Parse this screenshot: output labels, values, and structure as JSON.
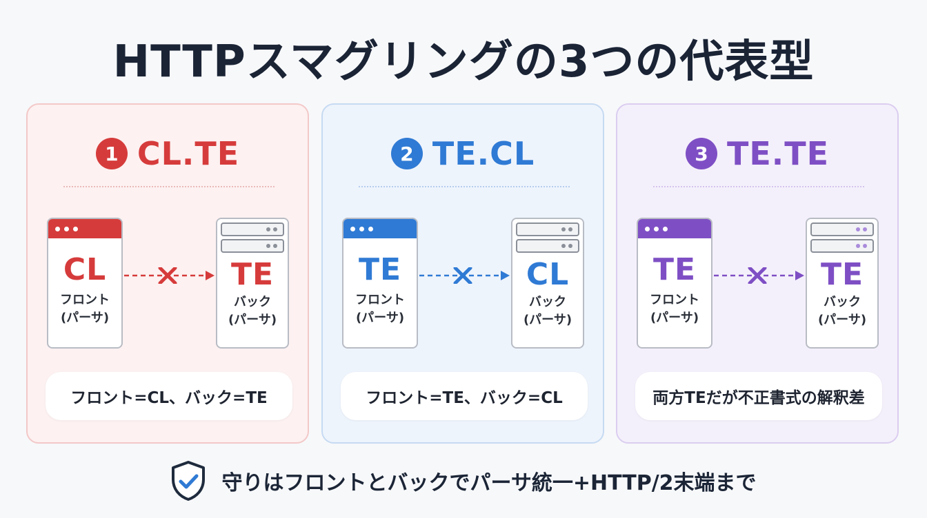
{
  "title": "HTTPスマグリングの3つの代表型",
  "colors": {
    "red": "#d63b3b",
    "blue": "#2f7ad4",
    "purple": "#7e4fc4"
  },
  "panels": [
    {
      "number": "1",
      "label": "CL.TE",
      "front": {
        "code": "CL",
        "line1": "フロント",
        "line2": "(パーサ)"
      },
      "back": {
        "code": "TE",
        "line1": "バック",
        "line2": "(パーサ)"
      },
      "caption": "フロント=CL、バック=TE",
      "icons": [
        "browser-window-icon",
        "server-rack-icon",
        "cross-icon"
      ]
    },
    {
      "number": "2",
      "label": "TE.CL",
      "front": {
        "code": "TE",
        "line1": "フロント",
        "line2": "(パーサ)"
      },
      "back": {
        "code": "CL",
        "line1": "バック",
        "line2": "(パーサ)"
      },
      "caption": "フロント=TE、バック=CL",
      "icons": [
        "browser-window-icon",
        "server-rack-icon",
        "cross-icon"
      ]
    },
    {
      "number": "3",
      "label": "TE.TE",
      "front": {
        "code": "TE",
        "line1": "フロント",
        "line2": "(パーサ)"
      },
      "back": {
        "code": "TE",
        "line1": "バック",
        "line2": "(パーサ)"
      },
      "caption": "両方TEだが不正書式の解釈差",
      "icons": [
        "browser-window-icon",
        "server-rack-icon",
        "cross-icon"
      ]
    }
  ],
  "footer": {
    "text": "守りはフロントとバックでパーサ統一+HTTP/2末端まで",
    "icon": "shield-check-icon"
  }
}
